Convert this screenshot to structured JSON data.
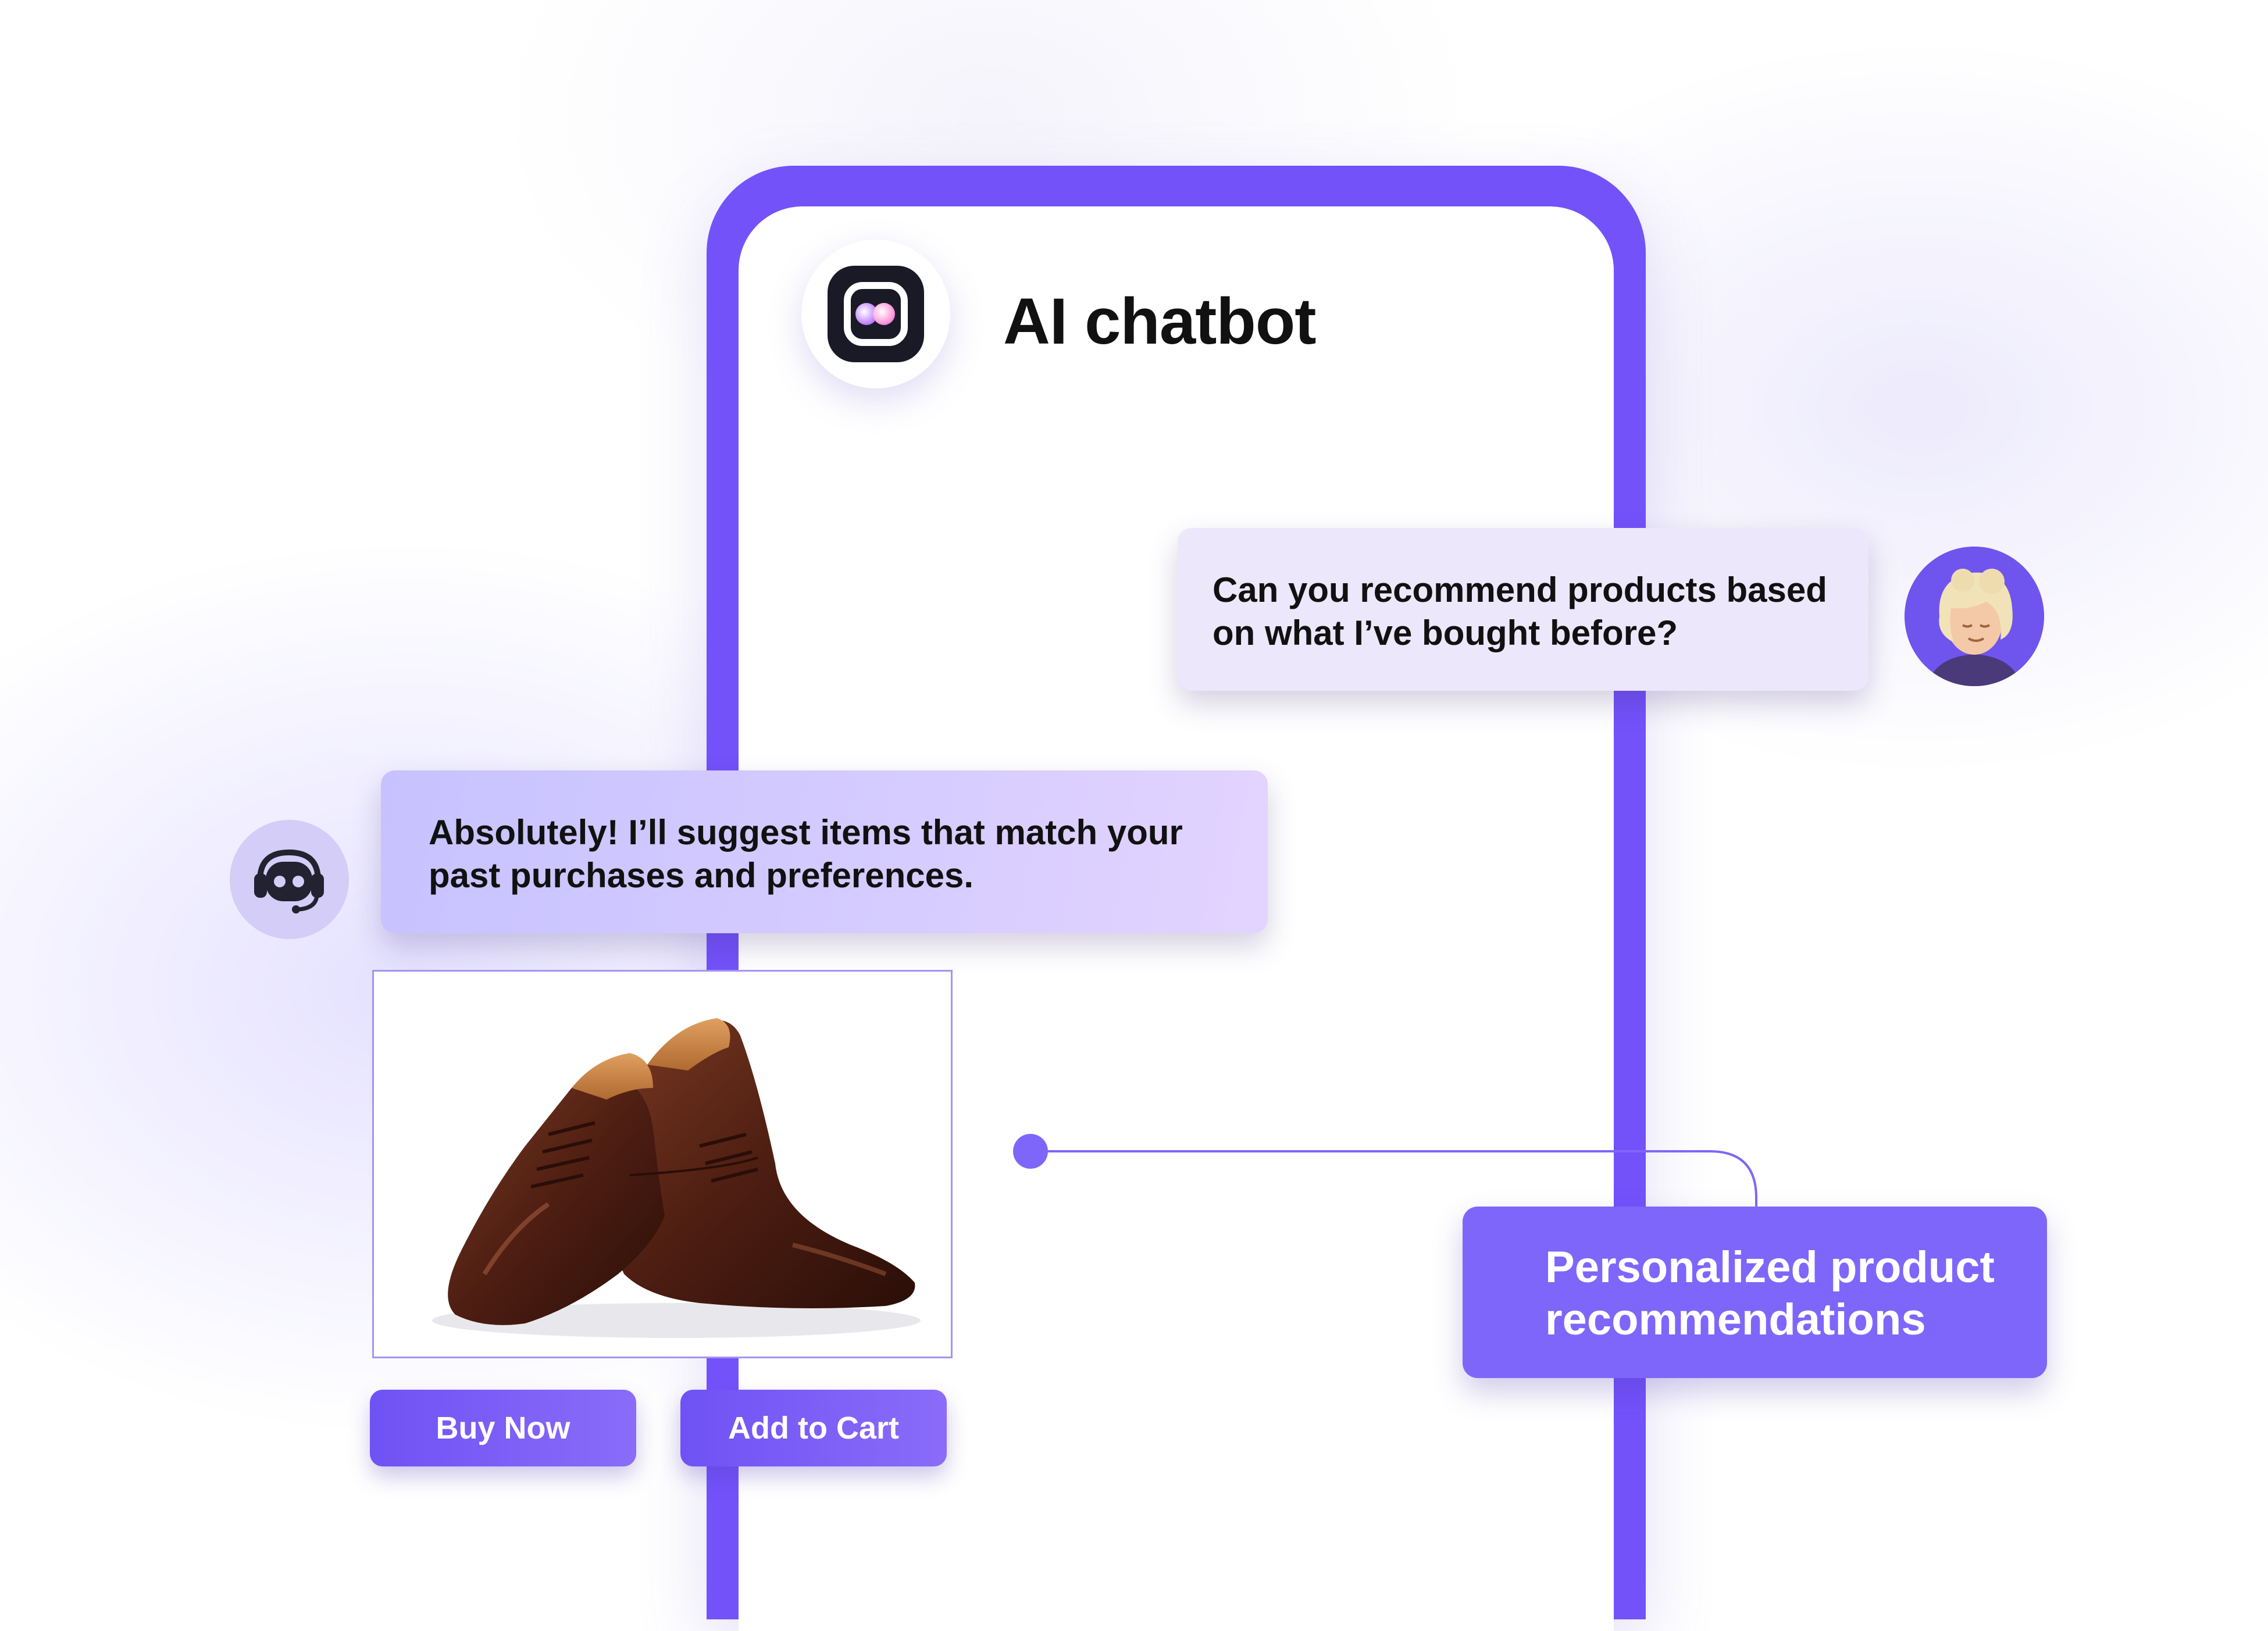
{
  "app": {
    "title": "AI chatbot",
    "logo_icon": "app-logo-icon"
  },
  "chat": {
    "user_message": "Can you recommend products based on what I’ve bought before?",
    "bot_message": "Absolutely! I’ll suggest items that match your past purchases and preferences.",
    "user_avatar_icon": "user-avatar",
    "bot_avatar_icon": "robot-headset-icon"
  },
  "product": {
    "image_icon": "brown-leather-shoes-image",
    "buy_label": "Buy Now",
    "cart_label": "Add to Cart"
  },
  "callout": {
    "label": "Personalized product recommendations"
  },
  "colors": {
    "accent": "#7352fa",
    "user_bubble": "#ece7fa",
    "bot_bubble": "#d3cdff",
    "callout": "#7f66fa"
  }
}
